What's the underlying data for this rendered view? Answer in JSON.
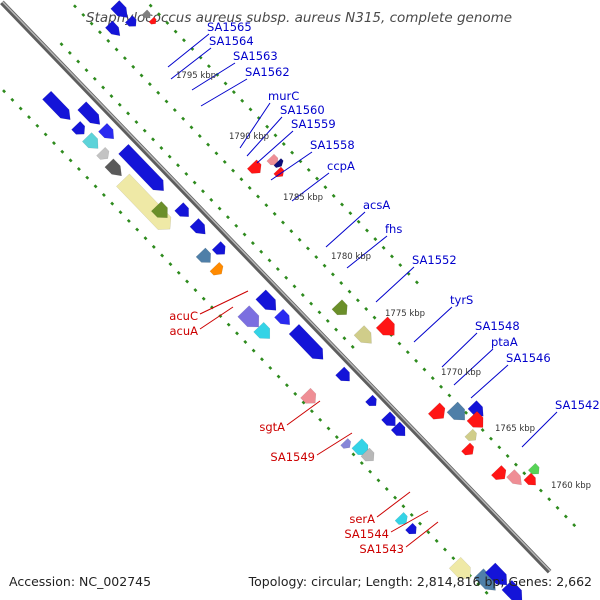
{
  "title": "Staphylococcus aureus subsp. aureus N315, complete genome",
  "accession_text": "Accession: NC_002745",
  "summary_text": "Topology: circular; Length: 2,814,816 bp; Genes: 2,662",
  "colors": {
    "backbone": "#8a8a8a",
    "tick": "#2e8b1e",
    "label_forward": "#0000cc",
    "label_reverse": "#cc0000"
  },
  "scale_labels": [
    "1795 kbp",
    "1790 kbp",
    "1785 kbp",
    "1780 kbp",
    "1775 kbp",
    "1770 kbp",
    "1765 kbp",
    "1760 kbp"
  ],
  "forward_labels": [
    "SA1565",
    "SA1564",
    "SA1563",
    "SA1562",
    "murC",
    "SA1560",
    "SA1559",
    "SA1558",
    "ccpA",
    "acsA",
    "fhs",
    "SA1552",
    "tyrS",
    "SA1548",
    "ptaA",
    "SA1546",
    "SA1542"
  ],
  "reverse_labels": [
    "acuC",
    "acuA",
    "sgtA",
    "SA1549",
    "serA",
    "SA1544",
    "SA1543"
  ]
}
